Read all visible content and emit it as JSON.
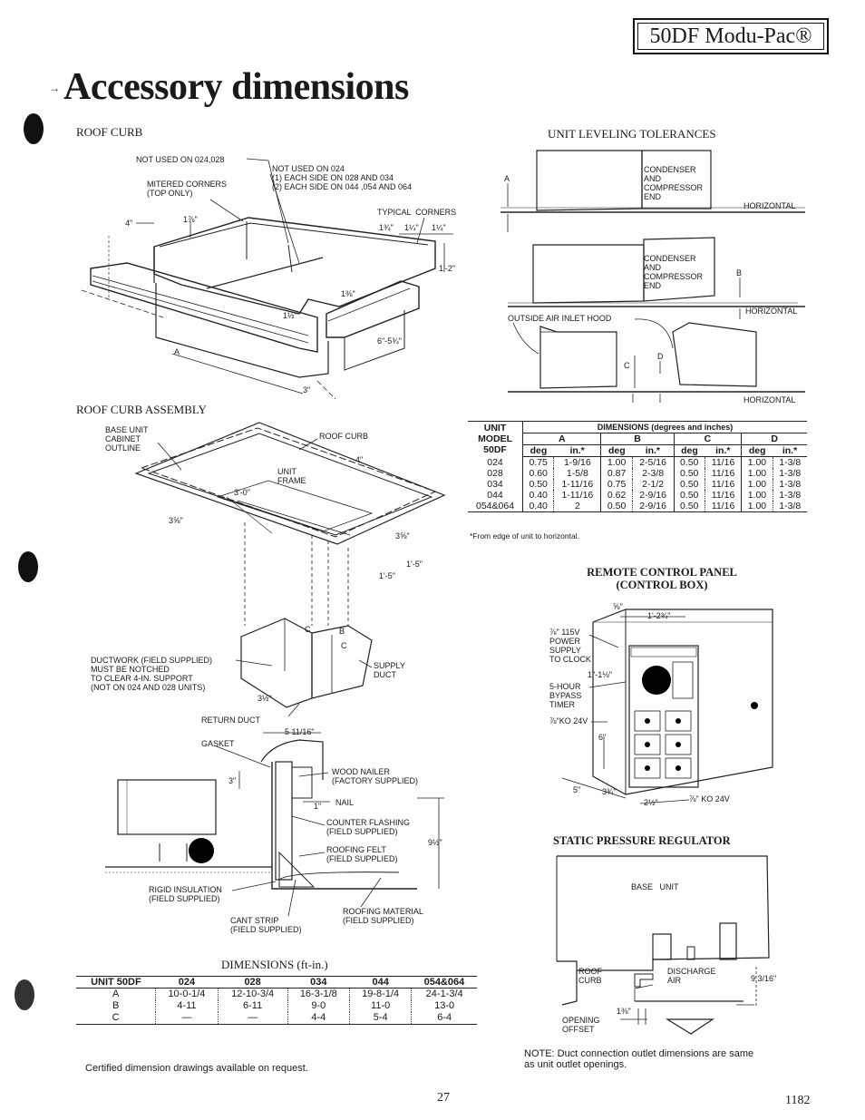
{
  "brand": "50DF Modu-Pac®",
  "page_title": "Accessory dimensions",
  "page_number": "27",
  "doc_number": "1182",
  "roof_curb": {
    "heading": "ROOF CURB",
    "labels": {
      "not_used_1": "NOT USED ON 024,028",
      "not_used_2": "NOT USED ON 024\n(1) EACH SIDE ON 028 AND 034\n(2) EACH SIDE ON 044 ,054 AND 064",
      "mitered": "MITERED CORNERS\n(TOP ONLY)",
      "typical": "TYPICAL  CORNERS",
      "d4": "4\"",
      "d1_7_8": "1⅞\"",
      "d1_3_4": "1¾\"",
      "d1_1_4": "1¼\"",
      "d1_1_4b": "1¼\"",
      "d1_2": "1'-2\"",
      "d1_3_8": "1⅜\"",
      "d1_1_2": "1½\"",
      "d6_5_3_4": "6\"-5¾\"",
      "d3": "3\"",
      "A": "A"
    }
  },
  "roof_curb_assembly": {
    "heading": "ROOF CURB ASSEMBLY",
    "labels": {
      "base_unit": "BASE UNIT\nCABINET\nOUTLINE",
      "roof_curb": "ROOF CURB",
      "unit_frame": "UNIT\nFRAME",
      "d3_0": "3'-0\"",
      "d4": "4\"",
      "d3_5_8": "3⅝\"",
      "d3_5_8b": "3⅝\"",
      "d1_5": "1'-5\"",
      "d1_5b": "1'-5\"",
      "C": "C",
      "B": "B",
      "C2": "C",
      "ductwork": "DUCTWORK (FIELD SUPPLIED)\nMUST BE NOTCHED\nTO CLEAR 4-IN. SUPPORT\n(NOT ON 024 AND 028 UNITS)",
      "supply": "SUPPLY\nDUCT",
      "return": "RETURN DUCT",
      "d3_1_2": "3½\"",
      "gasket": "GASKET",
      "d5_11_16": "5 11/16\"",
      "wood_nailer": "WOOD NAILER\n(FACTORY SUPPLIED)",
      "nail": "NAIL",
      "counter": "COUNTER FLASHING\n(FIELD SUPPLIED)",
      "felt": "ROOFING FELT\n(FIELD SUPPLIED)",
      "d9_1_2": "9½\"",
      "d3b": "3\"",
      "d1": "1\"",
      "rigid": "RIGID INSULATION\n(FIELD SUPPLIED)",
      "material": "ROOFING MATERIAL\n(FIELD SUPPLIED)",
      "cant": "CANT STRIP\n(FIELD SUPPLIED)"
    }
  },
  "dimensions_table": {
    "heading": "DIMENSIONS (ft-in.)",
    "headers": [
      "UNIT 50DF",
      "024",
      "028",
      "034",
      "044",
      "054&064"
    ],
    "rows": [
      [
        "A",
        "10-0-1/4",
        "12-10-3/4",
        "16-3-1/8",
        "19-8-1/4",
        "24-1-3/4"
      ],
      [
        "B",
        "4-11",
        "6-11",
        "9-0",
        "11-0",
        "13-0"
      ],
      [
        "C",
        "—",
        "—",
        "4-4",
        "5-4",
        "6-4"
      ]
    ],
    "note": "Certified dimension drawings available on request."
  },
  "leveling": {
    "heading": "UNIT LEVELING TOLERANCES",
    "labels": {
      "condenser": "CONDENSER\nAND\nCOMPRESSOR\nEND",
      "condenser2": "CONDENSER\nAND\nCOMPRESSOR\nEND",
      "horizontal": "HORIZONTAL",
      "horizontal2": "HORIZONTAL",
      "horizontal3": "HORIZONTAL",
      "A": "A",
      "B": "B",
      "C": "C",
      "D": "D",
      "hood": "OUTSIDE AIR INLET HOOD"
    },
    "table": {
      "model_header": "UNIT\nMODEL\n50DF",
      "dims_header": "DIMENSIONS (degrees and inches)",
      "groups": [
        "A",
        "B",
        "C",
        "D"
      ],
      "sub": [
        "deg",
        "in.*",
        "deg",
        "in.*",
        "deg",
        "in.*",
        "deg",
        "in.*"
      ],
      "rows": [
        [
          "024",
          "0.75",
          "1-9/16",
          "1.00",
          "2-5/16",
          "0.50",
          "11/16",
          "1.00",
          "1-3/8"
        ],
        [
          "028",
          "0.60",
          "1-5/8",
          "0.87",
          "2-3/8",
          "0.50",
          "11/16",
          "1.00",
          "1-3/8"
        ],
        [
          "034",
          "0.50",
          "1-11/16",
          "0.75",
          "2-1/2",
          "0.50",
          "11/16",
          "1.00",
          "1-3/8"
        ],
        [
          "044",
          "0.40",
          "1-11/16",
          "0.62",
          "2-9/16",
          "0.50",
          "11/16",
          "1.00",
          "1-3/8"
        ],
        [
          "054&064",
          "0.40",
          "2",
          "0.50",
          "2-9/16",
          "0.50",
          "11/16",
          "1.00",
          "1-3/8"
        ]
      ],
      "footnote": "*From edge of unit to horizontal."
    }
  },
  "control_panel": {
    "heading": "REMOTE CONTROL PANEL\n(CONTROL BOX)",
    "labels": {
      "d5_8": "⅝\"",
      "d1_2_3_4": "1'-2¾\"",
      "v115": "⅞\" 115V\nPOWER\nSUPPLY\nTO CLOCK",
      "d1_1_8": "1\"-1⅛\"",
      "bypass": "5-HOUR\nBYPASS\nTIMER",
      "ko24": "⅞\"KO 24V",
      "d6": "6\"",
      "d5": "5\"",
      "d3_3_4": "3¾\"",
      "d2_1_2": "2½\"",
      "ko24b": "⅞\" KO 24V",
      "panel": "REMOTE CONTROL PANEL"
    }
  },
  "static_pressure": {
    "heading": "STATIC PRESSURE REGULATOR",
    "labels": {
      "base_unit": "BASE   UNIT",
      "roof_curb": "ROOF\nCURB",
      "discharge": "DISCHARGE\nAIR",
      "d9": "9 3/16\"",
      "opening": "OPENING\nOFFSET",
      "d1_3_8": "1⅜\""
    },
    "note": "NOTE: Duct connection outlet dimensions are same\nas unit outlet openings."
  }
}
